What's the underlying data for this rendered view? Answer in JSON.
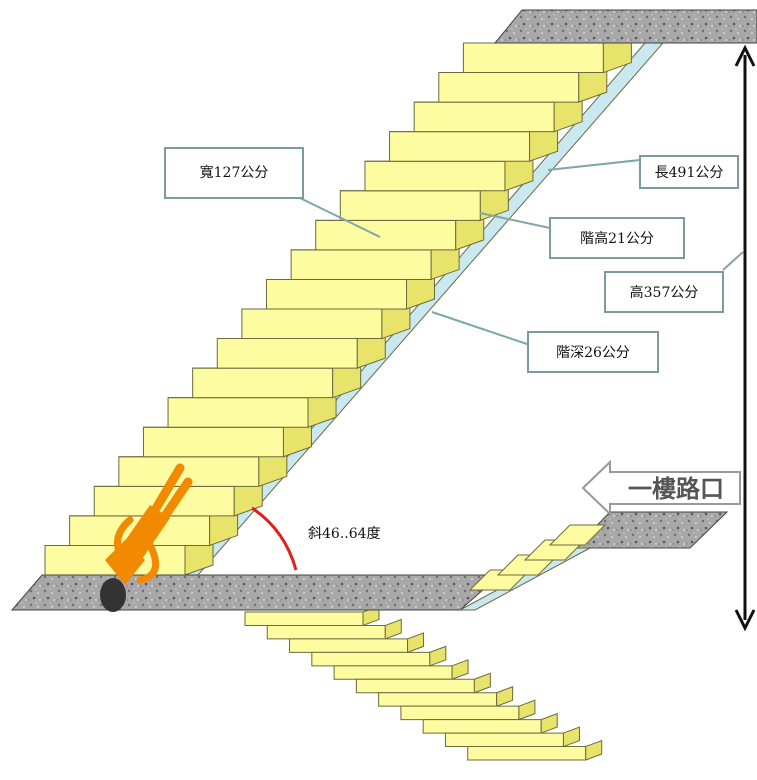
{
  "labels": {
    "width": "寬127公分",
    "length": "長491公分",
    "step_height": "階高21公分",
    "height": "高357公分",
    "step_depth": "階深26公分",
    "slope": "斜46..64度"
  },
  "sign": {
    "text": "一樓路口"
  },
  "colors": {
    "step_face": "#fdfca0",
    "step_top": "#ffffc4",
    "step_side": "#e8e36a",
    "step_edge": "#6b6b3e",
    "stringer": "#c9e8ef",
    "concrete": "#a8a8a8",
    "callout_border": "#7a9ca0",
    "leader": "#7fa6aa",
    "arc": "#e0201f",
    "person": "#f18a00",
    "person_head": "#333333",
    "arrow": "#111111"
  },
  "icons": {
    "sign": "left-arrow-sign-icon",
    "person": "falling-person-icon",
    "height_arrow": "double-arrow-vertical-icon"
  }
}
